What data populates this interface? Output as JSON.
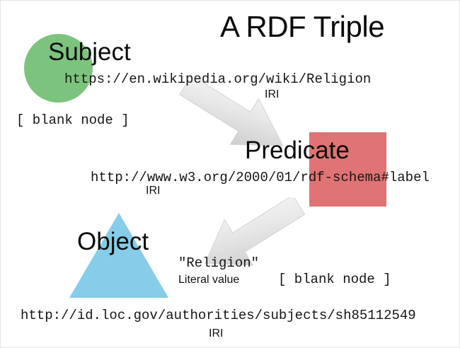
{
  "slide": {
    "title": "A RDF Triple",
    "background_color": "#ffffff",
    "border_color": "#e2e2e2"
  },
  "nodes": {
    "subject": {
      "label": "Subject",
      "shape": "circle",
      "color": "#7cc47d",
      "uri": "https://en.wikipedia.org/wiki/Religion",
      "uri_kind": "IRI",
      "alternate": "[ blank node ]"
    },
    "predicate": {
      "label": "Predicate",
      "shape": "square",
      "color": "#e07373",
      "uri": "http://www.w3.org/2000/01/rdf-schema#label",
      "uri_kind": "IRI"
    },
    "object": {
      "label": "Object",
      "shape": "triangle",
      "color": "#85cde8",
      "uri": "http://id.loc.gov/authorities/subjects/sh85112549",
      "uri_kind": "IRI",
      "literal": "\"Religion\"",
      "literal_kind": "Literal value",
      "alternate": "[ blank node ]"
    }
  },
  "arrows": [
    {
      "name": "arrow-subject-to-predicate",
      "direction": "down-right",
      "fill": "#e3e3e3"
    },
    {
      "name": "arrow-predicate-to-object",
      "direction": "down-left",
      "fill": "#e3e3e3"
    }
  ]
}
